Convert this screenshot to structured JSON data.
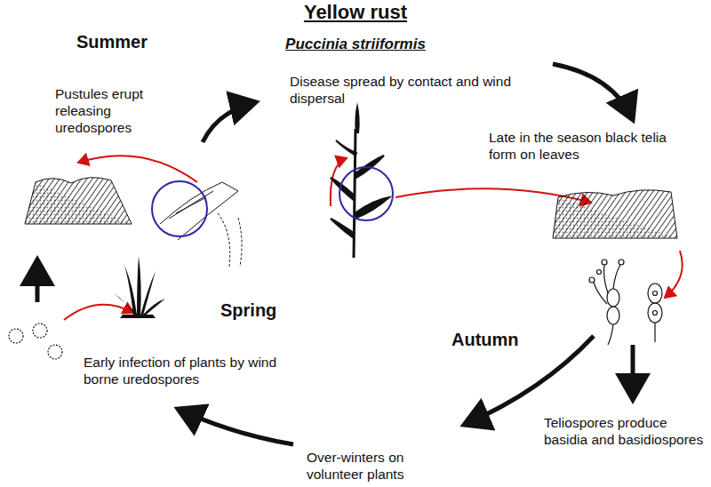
{
  "diagram": {
    "title": "Yellow rust",
    "labels": [
      "Puccinia striiformis",
      "Summer",
      "Pustules erupt releasing uredospores",
      "Disease spread by contact and wind dispersal",
      "Late in the season black telia form on leaves",
      "Spring",
      "Autumn",
      "Early infection of plants by wind borne uredospores",
      "Teliospores produce basidia and basidiospores",
      "Over-winters on volunteer plants"
    ]
  }
}
